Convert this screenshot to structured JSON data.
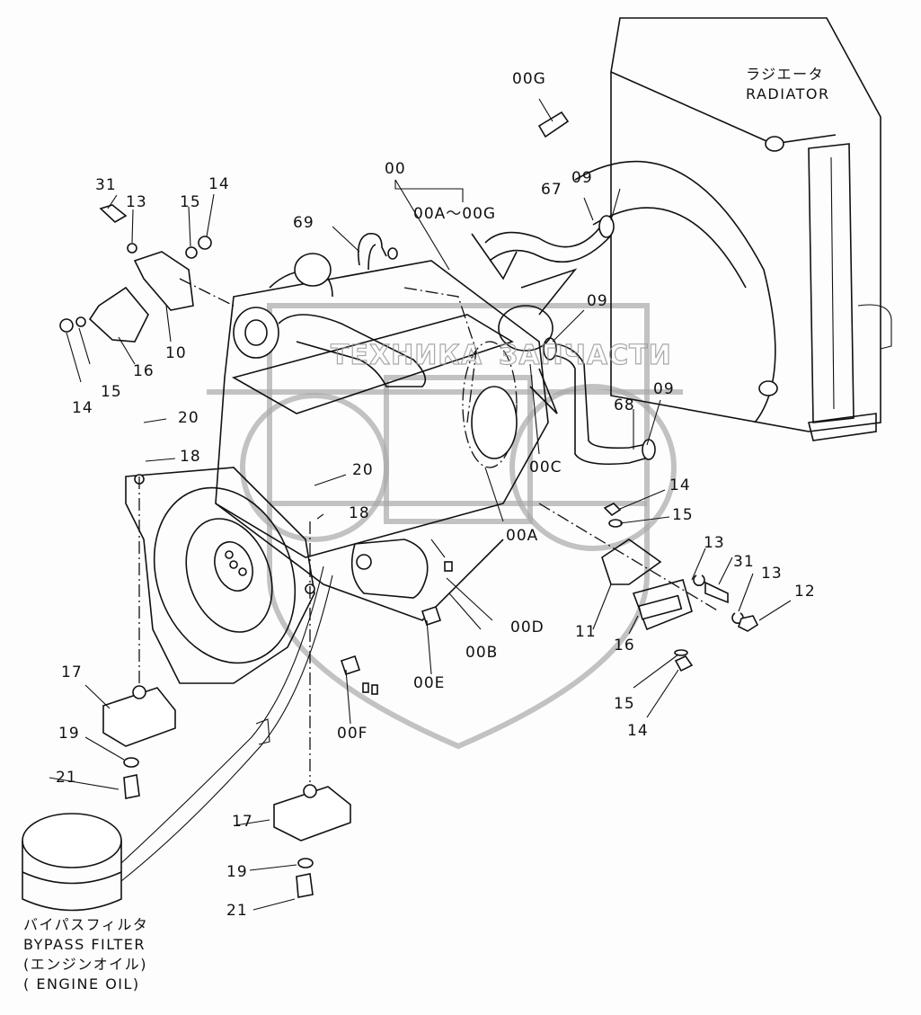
{
  "diagram": {
    "type": "exploded-parts-view",
    "subject": "Engine and mounting assembly",
    "callouts": [
      {
        "id": "00G",
        "text": "00G"
      },
      {
        "id": "00",
        "text": "00"
      },
      {
        "id": "00A-00G",
        "text": "00A～00G"
      },
      {
        "id": "69",
        "text": "69"
      },
      {
        "id": "67",
        "text": "67"
      },
      {
        "id": "09-top",
        "text": "09"
      },
      {
        "id": "09-mid",
        "text": "09"
      },
      {
        "id": "09-low",
        "text": "09"
      },
      {
        "id": "68",
        "text": "68"
      },
      {
        "id": "00C",
        "text": "00C"
      },
      {
        "id": "00A",
        "text": "00A"
      },
      {
        "id": "00B",
        "text": "00B"
      },
      {
        "id": "00D",
        "text": "00D"
      },
      {
        "id": "00E",
        "text": "00E"
      },
      {
        "id": "00F",
        "text": "00F"
      },
      {
        "id": "31-left",
        "text": "31"
      },
      {
        "id": "13-left",
        "text": "13"
      },
      {
        "id": "15-left-top",
        "text": "15"
      },
      {
        "id": "14-left-top",
        "text": "14"
      },
      {
        "id": "10",
        "text": "10"
      },
      {
        "id": "16-left",
        "text": "16"
      },
      {
        "id": "15-left-bot",
        "text": "15"
      },
      {
        "id": "14-left-bot",
        "text": "14"
      },
      {
        "id": "20-left",
        "text": "20"
      },
      {
        "id": "18-left",
        "text": "18"
      },
      {
        "id": "20-mid",
        "text": "20"
      },
      {
        "id": "18-mid",
        "text": "18"
      },
      {
        "id": "14-right-top",
        "text": "14"
      },
      {
        "id": "15-right-top",
        "text": "15"
      },
      {
        "id": "13-right-a",
        "text": "13"
      },
      {
        "id": "31-right",
        "text": "31"
      },
      {
        "id": "13-right-b",
        "text": "13"
      },
      {
        "id": "12",
        "text": "12"
      },
      {
        "id": "11",
        "text": "11"
      },
      {
        "id": "16-right",
        "text": "16"
      },
      {
        "id": "15-right-bot",
        "text": "15"
      },
      {
        "id": "14-right-bot",
        "text": "14"
      },
      {
        "id": "17-left",
        "text": "17"
      },
      {
        "id": "19-left",
        "text": "19"
      },
      {
        "id": "21-left",
        "text": "21"
      },
      {
        "id": "17-right",
        "text": "17"
      },
      {
        "id": "19-right",
        "text": "19"
      },
      {
        "id": "21-right",
        "text": "21"
      }
    ],
    "radiator": {
      "jp": "ラジエータ",
      "en": "RADIATOR"
    },
    "bypass_filter": {
      "jp": "バイパスフィルタ",
      "en": "BYPASS FILTER",
      "jp_sub": "(エンジンオイル)",
      "en_sub": "( ENGINE OIL)"
    },
    "watermark": {
      "left": "ТЕХНИКА",
      "right": "ЗАПЧАСТИ"
    }
  }
}
